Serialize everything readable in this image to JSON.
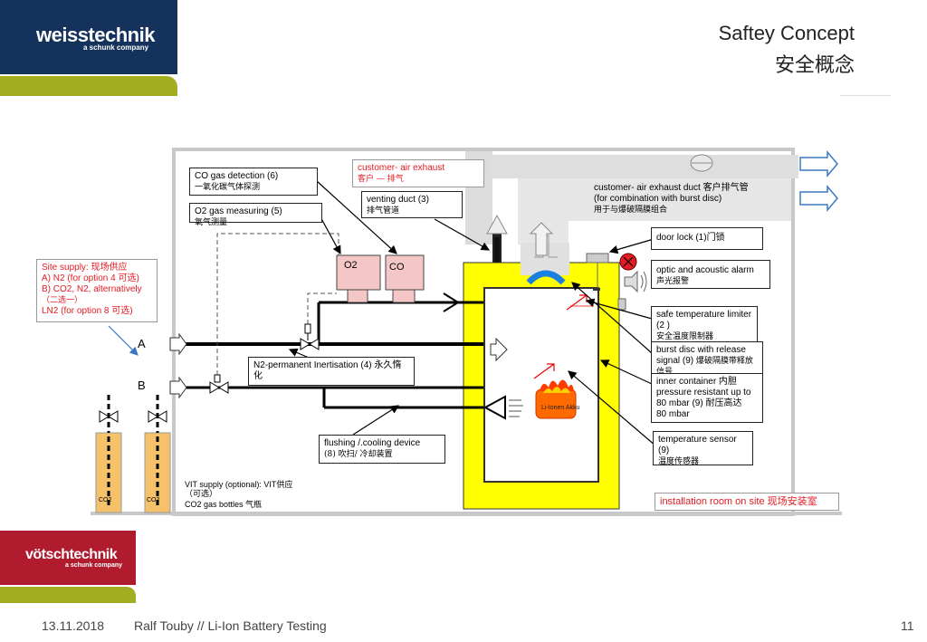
{
  "header": {
    "brand_top": "weisstechnik",
    "brand_top_sub": "a schunk company",
    "brand_bottom": "vötschtechnik",
    "brand_bottom_sub": "a schunk company",
    "title_en": "Saftey Concept",
    "title_cn": "安全概念"
  },
  "footer": {
    "date": "13.11.2018",
    "author": "Ralf Touby // Li-Ion Battery  Testing",
    "page": "11"
  },
  "diagram": {
    "co_detection": "CO gas detection (6)",
    "co_detection_cn": "一氧化碳气体探测",
    "o2_measuring": "O2 gas measuring (5)",
    "o2_measuring_cn": "氧气测量",
    "customer_exhaust": "customer- air  exhaust",
    "customer_exhaust_cn": "客户 — 排气",
    "venting_duct": "venting duct (3)",
    "venting_duct_cn": "排气管道",
    "exhaust_duct": "customer- air exhaust duct 客户排气管",
    "exhaust_duct_2": "(for combination with burst disc)",
    "exhaust_duct_cn": "用于与爆破隔膜组合",
    "door_lock": "door lock  (1)门锁",
    "alarm": "optic and acoustic alarm",
    "alarm_cn": "声光报警",
    "safe_temp": "safe temperature limiter (2 )",
    "safe_temp_cn": "安全温度限制器",
    "burst_disc": "burst disc with release signal (9)",
    "burst_disc_cn": "爆破隔膜带释放信号",
    "inner_container": "inner container 内胆",
    "pressure_1": "pressure resistant up to",
    "pressure_2": "80 mbar   (9)  耐压高达",
    "pressure_3": "80 mbar",
    "temp_sensor": "temperature sensor (9)",
    "temp_sensor_cn": "温度传感器",
    "installation_room": "installation room on site 现场安装室",
    "site_supply": "Site supply: 现场供应",
    "site_a": "A) N2  (for option 4 可选)",
    "site_b": "B) CO2, N2, alternatively",
    "site_alt": "（二选一）",
    "site_ln": "LN2  (for option 8 可选)",
    "label_a": "A",
    "label_b": "B",
    "n2_inert": "N2-permanent Inertisation (4) 永久惰化",
    "flushing": "flushing /.cooling device",
    "flushing_cn": "(8) 吹扫/ 冷却装置",
    "vit_supply": "VIT supply (optional): VIT供应",
    "vit_supply_cn": "（可选）",
    "co2_bottles": "CO2 gas bottles 气瓶",
    "sensor_o2": "O2",
    "sensor_co": "CO",
    "battery_label": "Li-Ionen Akku",
    "bottle_label": "CO2"
  },
  "colors": {
    "navy": "#14325c",
    "olive": "#a2ad1f",
    "brand_red": "#b01c2e",
    "chamber_yellow": "#ffff00",
    "sensor_pink": "#f5c6c6",
    "annotation_red": "#e31b23",
    "arrow_blue": "#3b78c4"
  }
}
